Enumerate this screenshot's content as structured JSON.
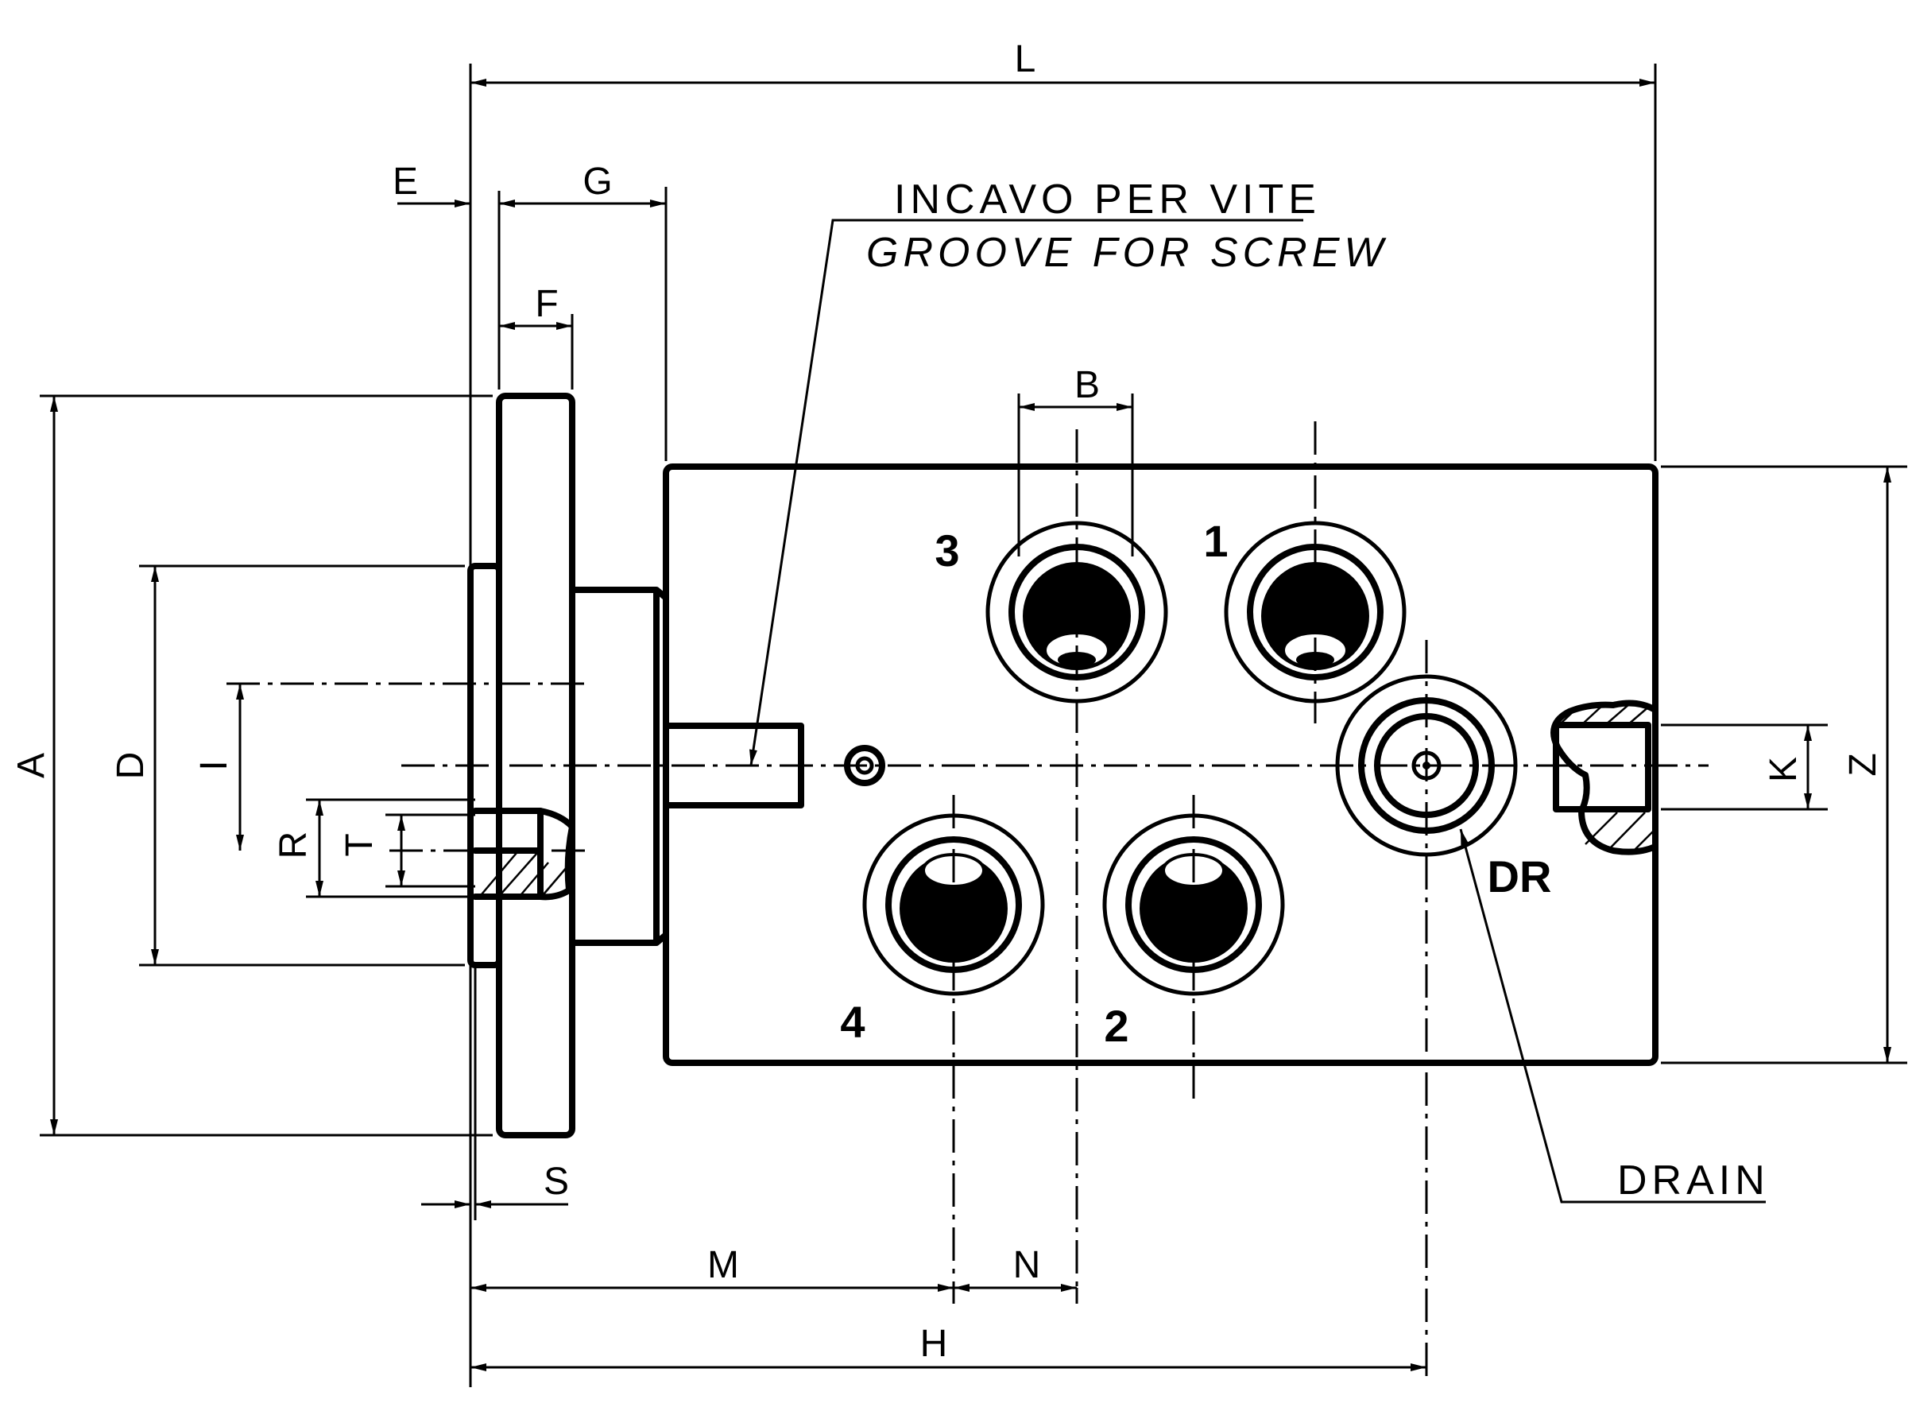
{
  "dimensions": {
    "L": "L",
    "E": "E",
    "G": "G",
    "F": "F",
    "B": "B",
    "A": "A",
    "D": "D",
    "I": "I",
    "R": "R",
    "T": "T",
    "S": "S",
    "M": "M",
    "N": "N",
    "H": "H",
    "K": "K",
    "Z": "Z"
  },
  "notes": {
    "groove_it": "INCAVO PER VITE",
    "groove_en": "GROOVE FOR SCREW",
    "drain": "DRAIN"
  },
  "ports": {
    "p1": "1",
    "p2": "2",
    "p3": "3",
    "p4": "4",
    "dr": "DR"
  }
}
